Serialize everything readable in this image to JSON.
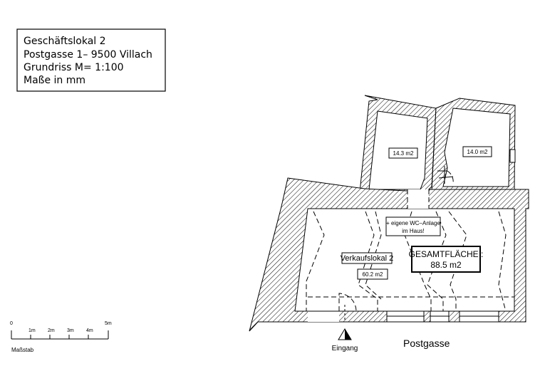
{
  "title_block": {
    "line1": "Geschäftslokal 2",
    "line2": "Postgasse 1– 9500 Villach",
    "line3": "Grundriss M= 1:100",
    "line4": "Maße in mm"
  },
  "rooms": {
    "room_left_area": "14.3 m2",
    "room_right_area": "14.0 m2",
    "wc_note_line1": "+ eigene WC–Anlage",
    "wc_note_line2": "im Haus!",
    "shop_name": "Verkaufslokal 2",
    "shop_area": "60.2 m2",
    "total_label": "GESAMTFLÄCHE :",
    "total_area": "88.5 m2"
  },
  "labels": {
    "entrance": "Eingang",
    "street": "Postgasse"
  },
  "scale_bar": {
    "ticks": [
      "0",
      "1m",
      "2m",
      "3m",
      "4m",
      "5m"
    ],
    "label": "Maßstab"
  },
  "colors": {
    "ink": "#000000",
    "paper": "#ffffff"
  }
}
